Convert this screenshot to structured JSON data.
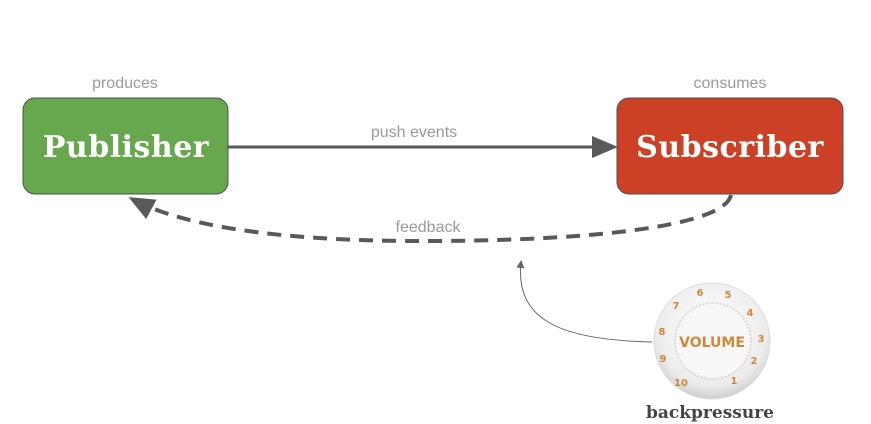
{
  "nodes": {
    "publisher": {
      "label": "Publisher",
      "caption": "produces",
      "color": "#67a84e"
    },
    "subscriber": {
      "label": "Subscriber",
      "caption": "consumes",
      "color": "#cc4125"
    }
  },
  "edges": {
    "push": {
      "label": "push events"
    },
    "feedback": {
      "label": "feedback"
    }
  },
  "knob": {
    "label": "VOLUME",
    "caption": "backpressure",
    "numbers": [
      "1",
      "2",
      "3",
      "4",
      "5",
      "6",
      "7",
      "8",
      "9",
      "10"
    ]
  }
}
